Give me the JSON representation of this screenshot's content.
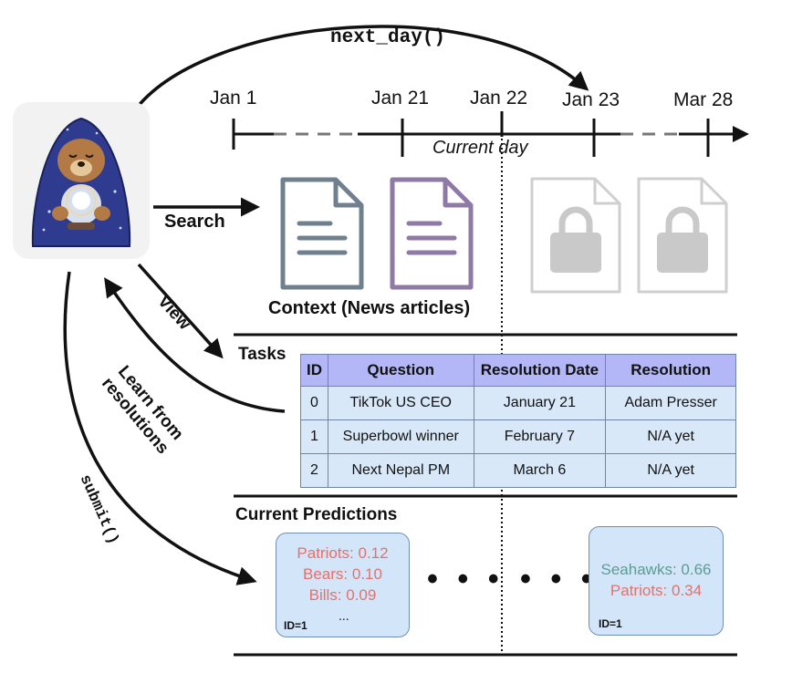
{
  "timeline": {
    "function_label": "next_day()",
    "dates": [
      "Jan 1",
      "Jan 21",
      "Jan 22",
      "Jan 23",
      "Mar 28"
    ],
    "current_day_label": "Current day"
  },
  "agent": {
    "actions": {
      "search": "Search",
      "view": "View",
      "learn_line1": "Learn from",
      "learn_line2": "resolutions",
      "submit": "submit()"
    }
  },
  "context": {
    "label": "Context (News articles)",
    "icons": [
      "document-icon",
      "document-icon",
      "locked-document-icon",
      "locked-document-icon"
    ]
  },
  "tasks": {
    "title": "Tasks",
    "columns": [
      "ID",
      "Question",
      "Resolution Date",
      "Resolution"
    ],
    "rows": [
      [
        "0",
        "TikTok US CEO",
        "January 21",
        "Adam Presser"
      ],
      [
        "1",
        "Superbowl winner",
        "February 7",
        "N/A yet"
      ],
      [
        "2",
        "Next Nepal PM",
        "March 6",
        "N/A yet"
      ]
    ]
  },
  "predictions": {
    "title": "Current Predictions",
    "ellipsis": "• • •",
    "cards": [
      {
        "lines": [
          "Patriots: 0.12",
          "Bears: 0.10",
          "Bills: 0.09"
        ],
        "more": "...",
        "id_label": "ID=1"
      },
      {
        "lines": [
          "Seahawks: 0.66",
          "Patriots: 0.34"
        ],
        "id_label": "ID=1"
      }
    ]
  },
  "colors": {
    "doc_slate": "#71808f",
    "doc_purple": "#8e7aa5",
    "doc_locked": "#c9c9c9",
    "table_header": "#b3b6f7",
    "table_cell": "#d8e8f8",
    "card_bg": "#d3e5f8",
    "pred_red": "#e8706a",
    "pred_teal": "#5a9e93"
  }
}
